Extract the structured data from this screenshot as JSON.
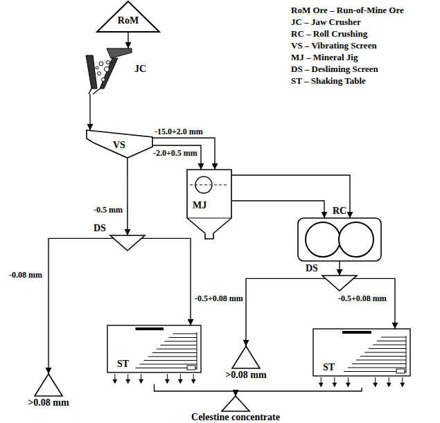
{
  "diagram": {
    "nodes": [
      {
        "text": [
          "RoM"
        ]
      },
      {
        "text": [
          "JC"
        ]
      },
      {
        "text": [
          "VS"
        ]
      },
      {
        "text": [
          "MJ"
        ]
      },
      {
        "text": [
          "RC"
        ]
      },
      {
        "text": [
          "DS"
        ]
      },
      {
        "text": [
          ">0.08 mm"
        ]
      },
      {
        "text": [
          "ST"
        ]
      },
      {
        "text": [
          "DS"
        ]
      },
      {
        "text": [
          ">0.08 mm"
        ]
      },
      {
        "text": [
          "ST"
        ]
      },
      {
        "text": [
          "Celestine concentrate"
        ]
      }
    ],
    "edges": [
      {
        "from": 0,
        "to": 1,
        "arrow": "to"
      },
      {
        "from": 1,
        "to": 2,
        "arrow": "to"
      },
      {
        "from": 2,
        "to": 3,
        "label": "-15.0+2.0 mm",
        "arrow": "to"
      },
      {
        "from": 2,
        "to": 3,
        "label": "-2.0+0.5 mm",
        "arrow": "to"
      },
      {
        "from": 2,
        "to": 5,
        "label": "-0.5 mm",
        "arrow": "to"
      },
      {
        "from": 5,
        "to": 6,
        "label": "-0.08 mm",
        "arrow": "to"
      },
      {
        "from": 5,
        "to": 7,
        "label": "-0.5+0.08 mm",
        "arrow": "to"
      },
      {
        "from": 3,
        "to": 4,
        "arrow": "to"
      },
      {
        "from": 3,
        "to": 4,
        "arrow": "to"
      },
      {
        "from": 4,
        "to": 8,
        "arrow": "to"
      },
      {
        "from": 8,
        "to": 9,
        "arrow": "to"
      },
      {
        "from": 8,
        "to": 10,
        "label": "-0.5+0.08 mm",
        "arrow": "to"
      },
      {
        "from": 7,
        "to": 11,
        "arrow": "to"
      },
      {
        "from": 10,
        "to": 11,
        "arrow": "to"
      }
    ],
    "labels": [
      "RoM Ore – Run-of-Mine Ore",
      "JC – Jaw Crusher",
      "RC – Roll Crushing",
      "VS – Vibrating Screen",
      "MJ – Mineral Jig",
      "DS – Desliming Screen",
      "ST – Shaking Table"
    ]
  }
}
